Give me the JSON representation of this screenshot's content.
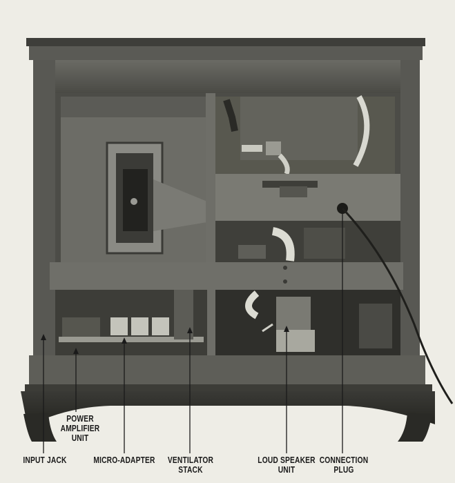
{
  "labels": {
    "input_jack": "INPUT JACK",
    "power_amplifier": [
      "POWER",
      "AMPLIFIER",
      "UNIT"
    ],
    "micro_adapter": "MICRO-ADAPTER",
    "ventilator": [
      "VENTILATOR",
      "STACK"
    ],
    "loud_speaker": [
      "LOUD SPEAKER",
      "UNIT"
    ],
    "connection_plug": [
      "CONNECTION",
      "PLUG"
    ]
  }
}
